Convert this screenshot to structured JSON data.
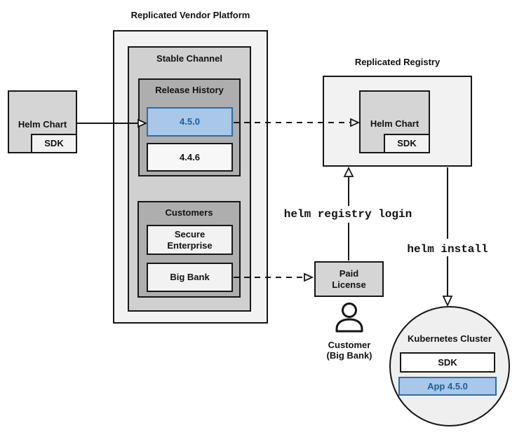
{
  "platform": {
    "title": "Replicated Vendor Platform",
    "stable_channel_label": "Stable Channel",
    "release_history_label": "Release History",
    "version_new": "4.5.0",
    "version_old": "4.4.6",
    "customers_label": "Customers",
    "customer_secure": "Secure\nEnterprise",
    "customer_bigbank": "Big Bank"
  },
  "source_chart": {
    "label": "Helm Chart",
    "sdk_label": "SDK"
  },
  "registry": {
    "title": "Replicated Registry",
    "helm_chart_label": "Helm Chart",
    "sdk_label": "SDK"
  },
  "license": {
    "label": "Paid\nLicense",
    "customer_caption": "Customer\n(Big Bank)"
  },
  "commands": {
    "registry_login": "helm registry login",
    "install": "helm install"
  },
  "cluster": {
    "title": "Kubernetes Cluster",
    "sdk_label": "SDK",
    "app_label": "App 4.5.0"
  },
  "colors": {
    "highlight_fill": "#a9c7e8",
    "highlight_border": "#2e6da4",
    "highlight_text": "#205d97",
    "container_light": "#f2f2f2",
    "container_medium": "#d5d5d5",
    "container_dark": "#aeaeae",
    "line": "#161616"
  }
}
